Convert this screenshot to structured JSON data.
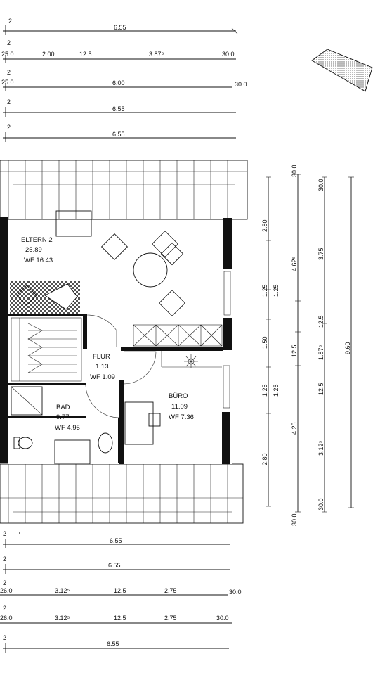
{
  "top_dims": [
    {
      "mark": "2",
      "labels": [
        "6.55"
      ]
    },
    {
      "mark": "2",
      "labels": [
        "25.0",
        "2.00",
        "12.5",
        "3.87⁵",
        "30.0"
      ]
    },
    {
      "mark": "2",
      "labels": [
        "25.0",
        "6.00",
        "30.0"
      ]
    },
    {
      "mark": "2",
      "labels": [
        "6.55"
      ]
    },
    {
      "mark": "2",
      "labels": [
        "6.55"
      ]
    }
  ],
  "bottom_dims": [
    {
      "mark": "2",
      "labels": [
        "6.55"
      ]
    },
    {
      "mark": "2",
      "labels": [
        "6.55"
      ]
    },
    {
      "mark": "2",
      "labels": [
        "26.0",
        "3.12⁵",
        "12.5",
        "2.75",
        "30.0"
      ]
    },
    {
      "mark": "2",
      "labels": [
        "26.0",
        "3.12⁵",
        "12.5",
        "2.75",
        "30.0"
      ]
    },
    {
      "mark": "2",
      "labels": [
        "6.55"
      ]
    }
  ],
  "right_dims": {
    "col1": [
      "2.80",
      "1.25",
      "1.50",
      "1.25",
      "2.80"
    ],
    "col1b": [
      "1.25",
      "1.25"
    ],
    "col2": [
      "30.0",
      "4.62⁵",
      "12.5",
      "4.25",
      "30.0"
    ],
    "col3": [
      "30.0",
      "3.75",
      "12.5",
      "1.87⁵",
      "12.5",
      "3.12⁵",
      "30.0"
    ],
    "col4": [
      "9.60"
    ]
  },
  "rooms": [
    {
      "name": "ELTERN 2",
      "area": "25.89",
      "wf": "WF 16.43"
    },
    {
      "name": "FLUR",
      "area": "1.13",
      "wf": "WF 1.09"
    },
    {
      "name": "BAD",
      "area": "9.77",
      "wf": "WF 4.95"
    },
    {
      "name": "BÜRO",
      "area": "11.09",
      "wf": "WF 7.36"
    }
  ]
}
